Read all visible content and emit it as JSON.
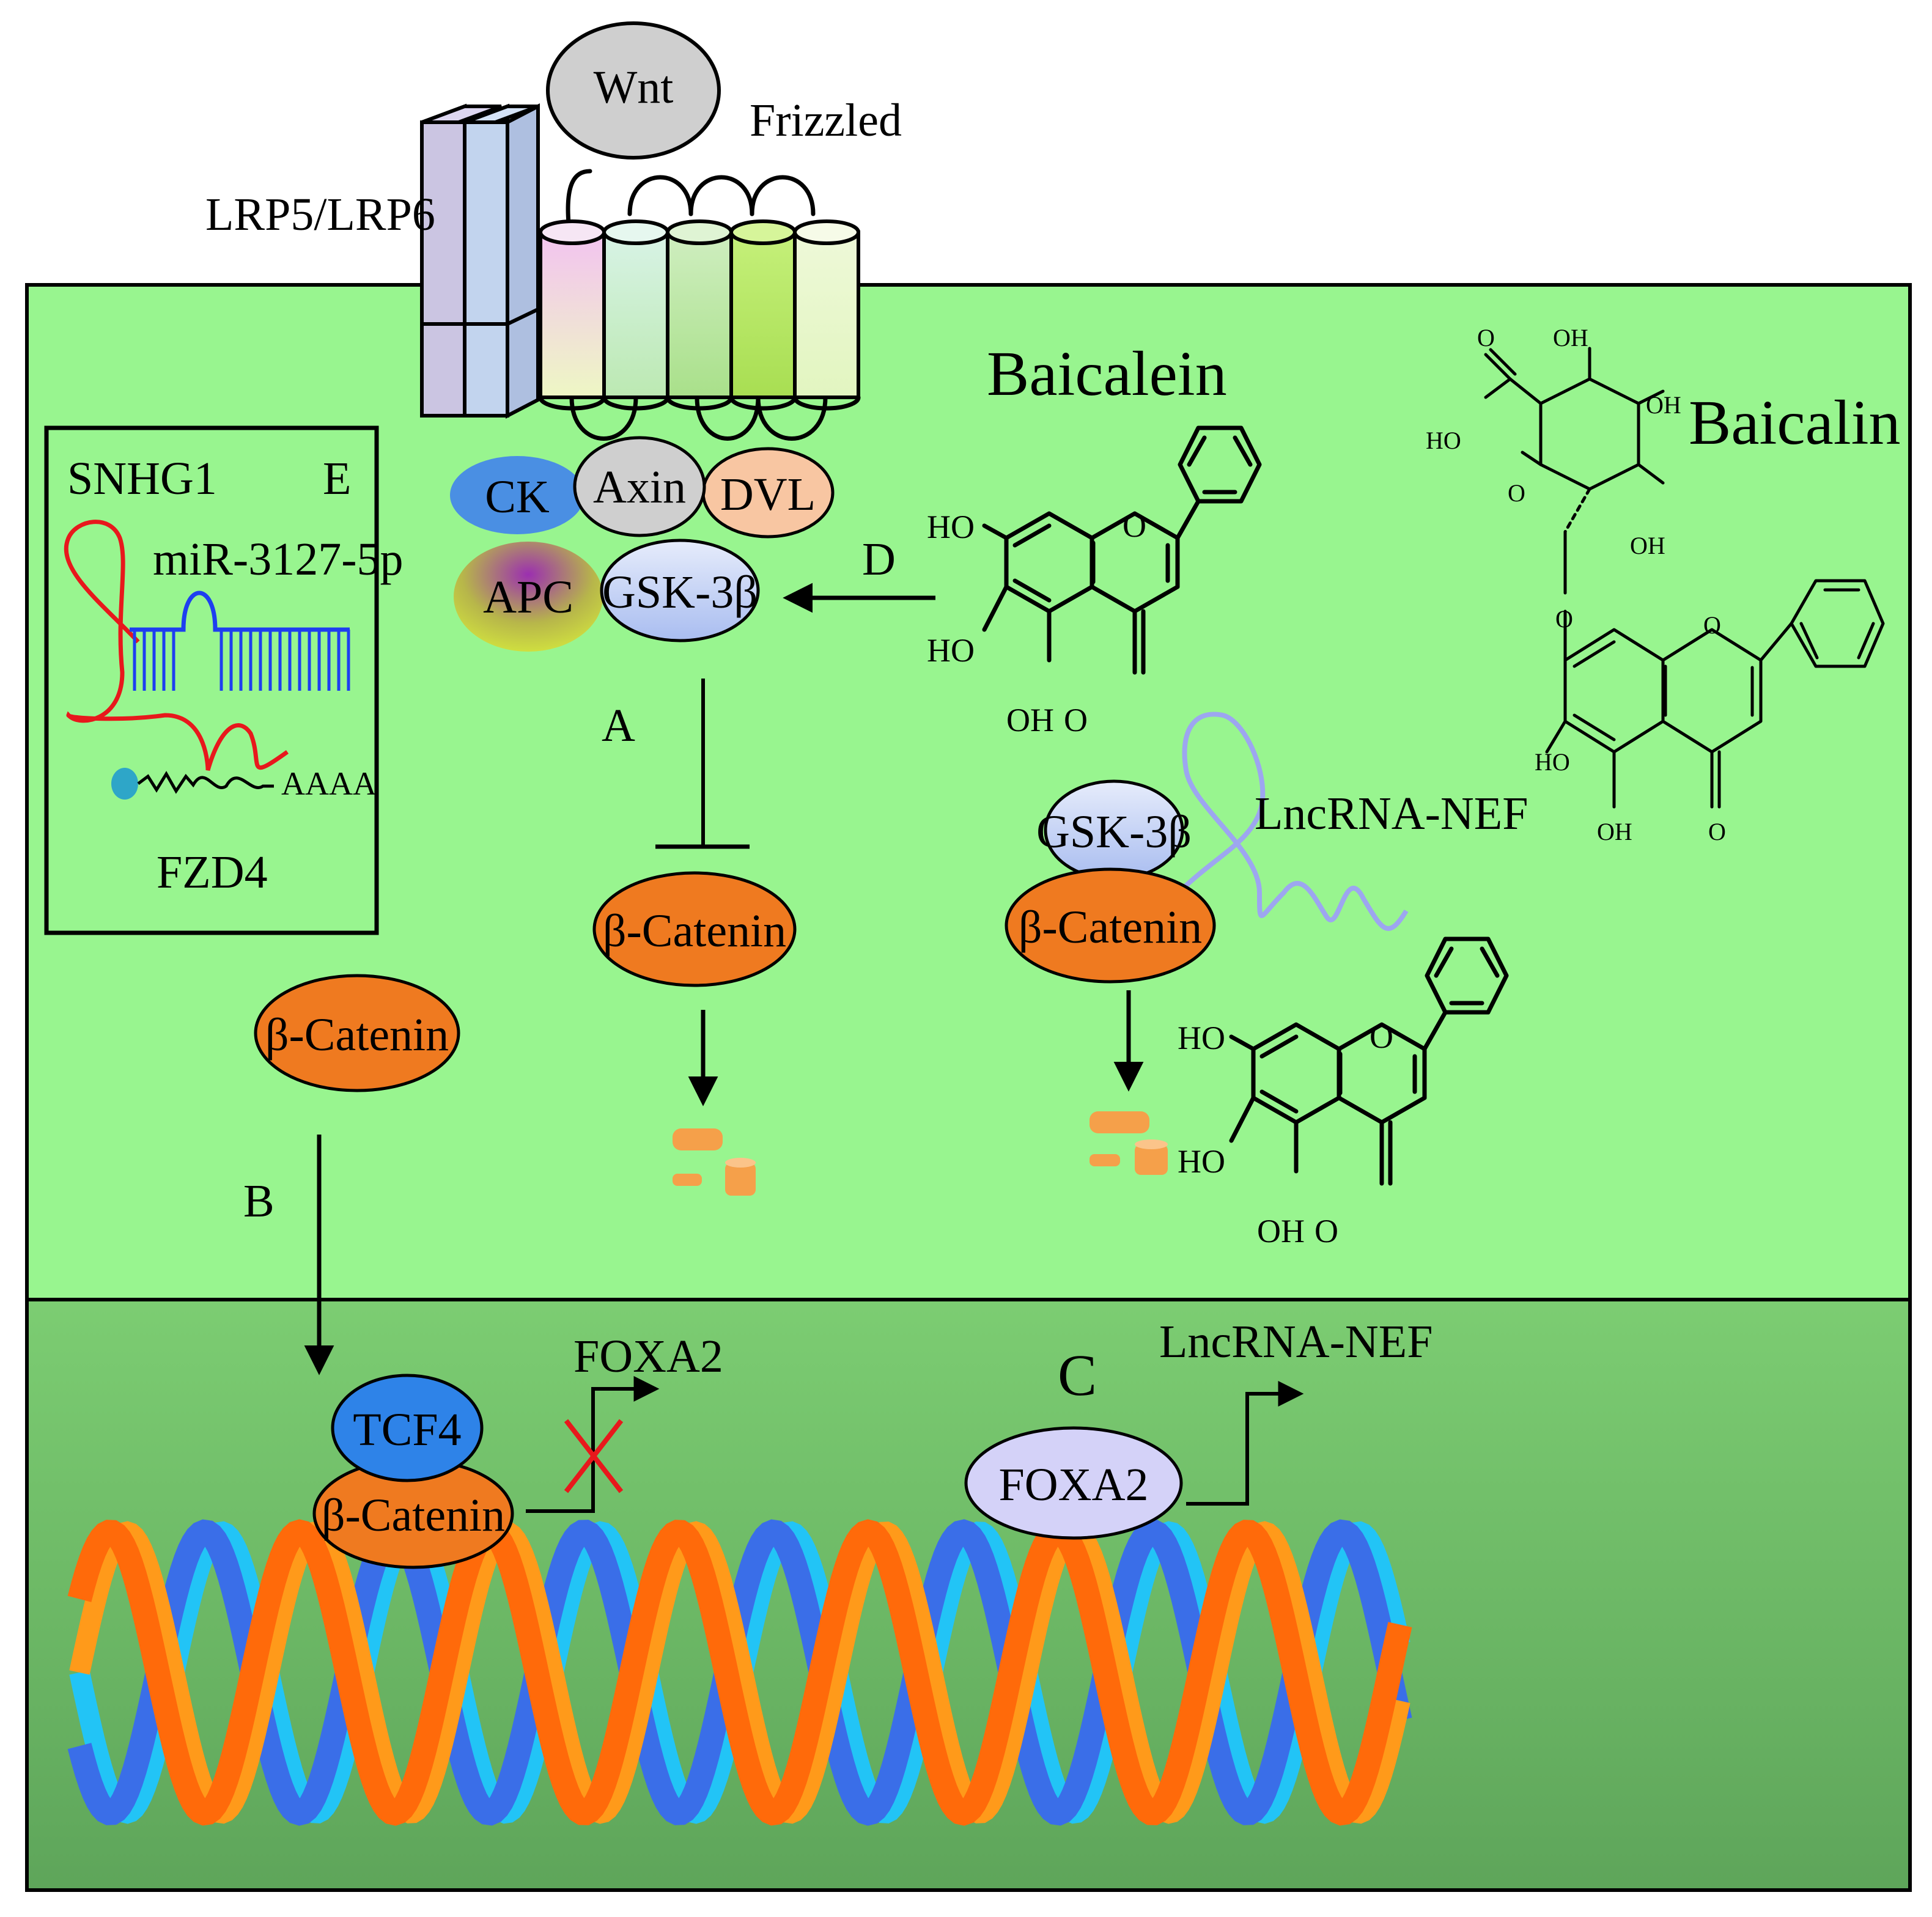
{
  "labels": {
    "wnt": "Wnt",
    "frizzled": "Frizzled",
    "lrp": "LRP5/LRP6",
    "baicalein": "Baicalein",
    "baicalin": "Baicalin",
    "ck": "CK",
    "axin": "Axin",
    "dvl": "DVL",
    "apc": "APC",
    "gsk3b": "GSK-3β",
    "gsk3b_right": "GSK-3β",
    "beta_catenin_a": "β-Catenin",
    "beta_catenin_left": "β-Catenin",
    "beta_catenin_right": "β-Catenin",
    "beta_catenin_nucleus": "β-Catenin",
    "tcf4": "TCF4",
    "foxa2_gene": "FOXA2",
    "foxa2_protein": "FOXA2",
    "lncrna_nef_gene": "LncRNA-NEF",
    "lncrna_nef_cyto": "LncRNA-NEF",
    "snhg1": "SNHG1",
    "mir": "miR-3127-5p",
    "fzd4": "FZD4",
    "polya": "AAAA",
    "letter_a": "A",
    "letter_b": "B",
    "letter_c": "C",
    "letter_d": "D",
    "letter_e": "E"
  },
  "chem": {
    "ho": "HO",
    "oh": "OH",
    "o": "O"
  },
  "colors": {
    "cytoplasm": "#98f58f",
    "nucleus_top": "#7ccd72",
    "nucleus_bottom": "#5ea55a",
    "beta_catenin": "#ef7a20",
    "gsk3b": "#c6d2f6",
    "tcf4": "#2e83e8",
    "foxa2": "#d4d2f8",
    "ck": "#4a8fe3",
    "axin": "#cfcfcf",
    "dvl": "#f8c6a2",
    "wnt": "#cfcfcf",
    "lrp_left": "#cbc5e2",
    "lrp_right": "#c2d4ee",
    "dna_orange": "#ff6a0a",
    "dna_blue": "#3a6ee8",
    "dna_cyan": "#22c4f6",
    "dna_amber": "#ff9a1a",
    "snhg1_rna": "#e8181c",
    "mirna": "#1e3ff0",
    "lncrna": "#9da6f0",
    "cross": "#e8181c"
  }
}
